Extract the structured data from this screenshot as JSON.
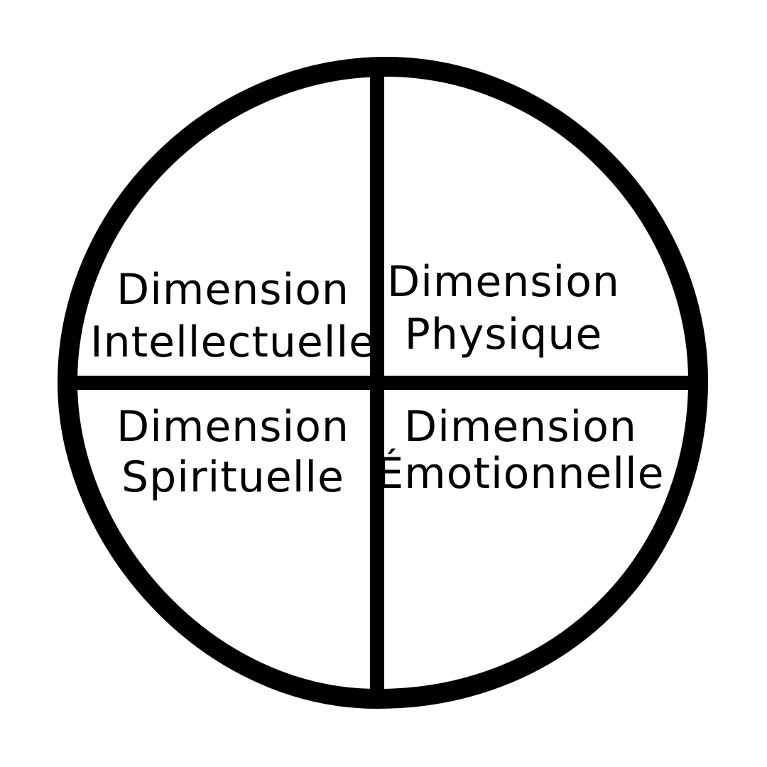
{
  "diagram": {
    "stroke_color": "#000000",
    "background_color": "#ffffff",
    "quadrants": [
      {
        "id": "top-left",
        "line1": "Dimension",
        "line2": "Intellectuelle"
      },
      {
        "id": "top-right",
        "line1": "Dimension",
        "line2": "Physique"
      },
      {
        "id": "bottom-left",
        "line1": "Dimension",
        "line2": "Spirituelle"
      },
      {
        "id": "bottom-right",
        "line1": "Dimension",
        "line2": "Émotionnelle"
      }
    ]
  }
}
